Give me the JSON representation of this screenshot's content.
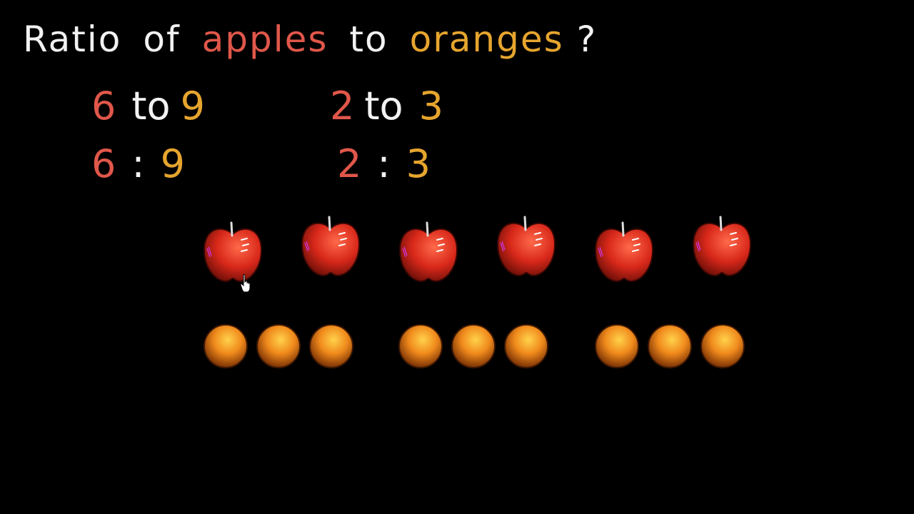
{
  "title": {
    "word1": "Ratio",
    "word2": "of",
    "word3": "apples",
    "word4": "to",
    "word5": "oranges",
    "mark": "?"
  },
  "ratios": {
    "row1_left": {
      "a": "6",
      "sep": "to",
      "b": "9"
    },
    "row1_right": {
      "a": "2",
      "sep": "to",
      "b": "3"
    },
    "row2_left": {
      "a": "6",
      "sep": ":",
      "b": "9"
    },
    "row2_right": {
      "a": "2",
      "sep": ":",
      "b": "3"
    }
  },
  "fruit": {
    "apples": 6,
    "oranges": 9,
    "orange_groups": 3,
    "apple_color": "#d8281a",
    "orange_color": "#f08a1c"
  },
  "colors": {
    "background": "#000000",
    "chalk_white": "#f2f2f2",
    "apple_text": "#e0574a",
    "orange_text": "#e6a52e"
  },
  "icons": {
    "apple": "apple-icon",
    "orange": "orange-icon",
    "cursor": "hand-pointer-icon"
  }
}
